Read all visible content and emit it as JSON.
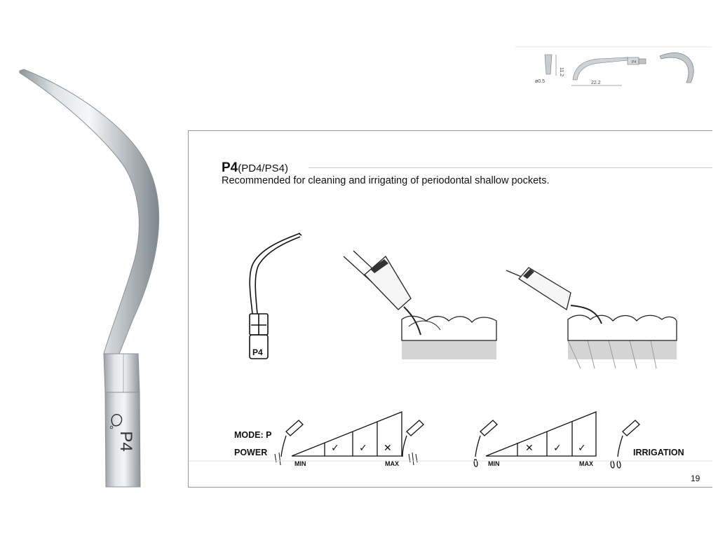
{
  "tip": {
    "engraving": "P4"
  },
  "dimensions": {
    "diameter": "ø0.5",
    "height": "11.2",
    "length": "22.2",
    "tag": "P4"
  },
  "heading": {
    "title": "P4",
    "subtitle": "(PD4/PS4)",
    "description": "Recommended for cleaning and irrigating of periodontal shallow pockets."
  },
  "drawing": {
    "tip_label": "P4"
  },
  "settings": {
    "mode_label": "MODE: P",
    "power_label": "POWER",
    "irrigation_label": "IRRIGATION",
    "min_label": "MIN",
    "max_label": "MAX",
    "power_levels": [
      "✓",
      "✓",
      "✕"
    ],
    "irrigation_levels": [
      "✕",
      "✓",
      "✓"
    ]
  },
  "page_number": "19"
}
